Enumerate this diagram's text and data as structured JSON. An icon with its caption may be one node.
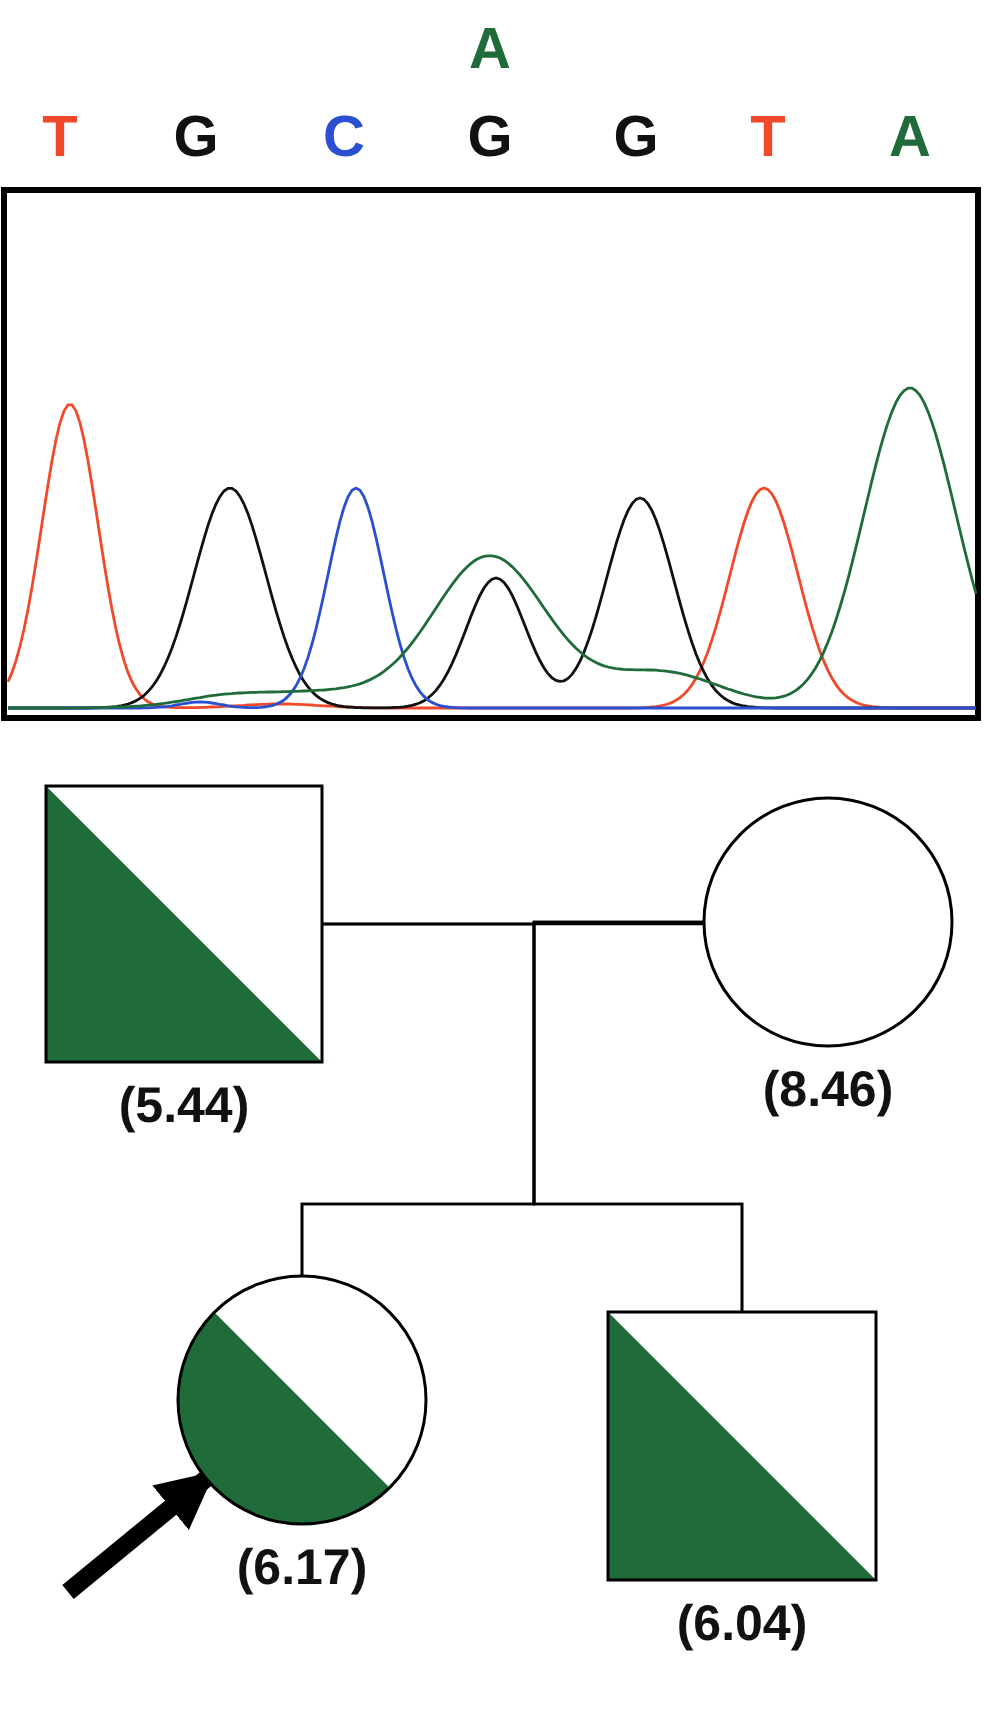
{
  "diagram": {
    "nodes": [
      {
        "text": [],
        "shape": "box",
        "beside": [
          "(5.44)"
        ]
      },
      {
        "text": [],
        "shape": "circle",
        "beside": [
          "(8.46)"
        ]
      },
      {
        "text": [],
        "shape": "circle",
        "beside": [
          "(6.17)"
        ]
      },
      {
        "text": [],
        "shape": "box",
        "beside": [
          "(6.04)"
        ]
      }
    ],
    "edges": [
      {
        "from": 0,
        "to": 1,
        "arrow": "none"
      },
      {
        "from": 0,
        "to": 2,
        "arrow": "none"
      },
      {
        "from": 0,
        "to": 3,
        "arrow": "none"
      },
      {
        "from": 1,
        "to": 2,
        "arrow": "none"
      },
      {
        "from": 1,
        "to": 3,
        "arrow": "none"
      },
      {
        "from": null,
        "to": 2,
        "arrow": "to",
        "style": "thick"
      }
    ],
    "labels": [
      "A",
      "T",
      "G",
      "C",
      "G",
      "G",
      "T",
      "A"
    ]
  }
}
